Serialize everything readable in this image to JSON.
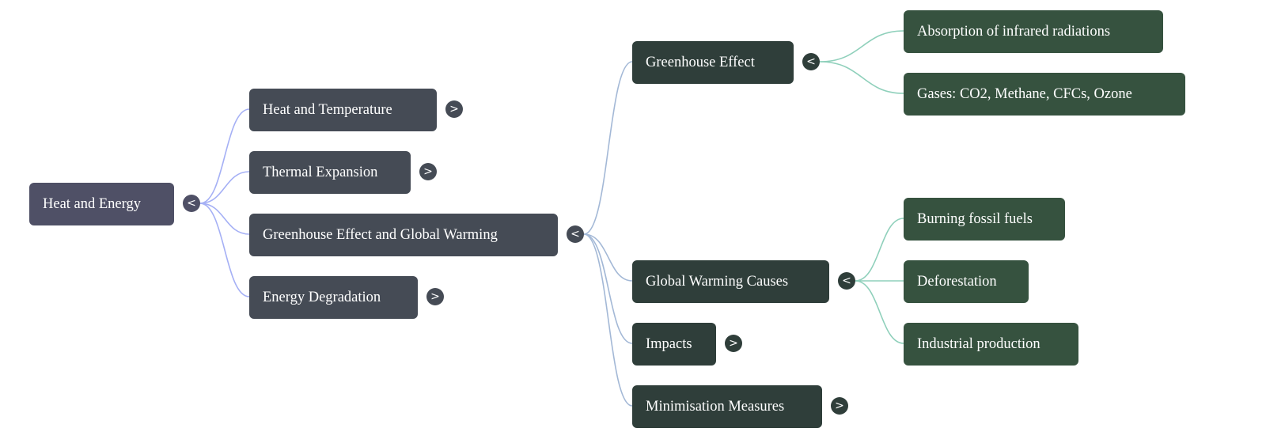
{
  "root": {
    "label": "Heat and Energy",
    "toggle": "<"
  },
  "level1": [
    {
      "label": "Heat and Temperature",
      "toggle": ">"
    },
    {
      "label": "Thermal Expansion",
      "toggle": ">"
    },
    {
      "label": "Greenhouse Effect and Global Warming",
      "toggle": "<"
    },
    {
      "label": "Energy Degradation",
      "toggle": ">"
    }
  ],
  "level2": [
    {
      "label": "Greenhouse Effect",
      "toggle": "<"
    },
    {
      "label": "Global Warming Causes",
      "toggle": "<"
    },
    {
      "label": "Impacts",
      "toggle": ">"
    },
    {
      "label": "Minimisation Measures",
      "toggle": ">"
    }
  ],
  "level3": [
    {
      "label": "Absorption of infrared radiations"
    },
    {
      "label": "Gases: CO2, Methane, CFCs, Ozone"
    },
    {
      "label": "Burning fossil fuels"
    },
    {
      "label": "Deforestation"
    },
    {
      "label": "Industrial production"
    }
  ],
  "colors": {
    "root": "#4f5066",
    "level1": "#454b55",
    "level2": "#2f3e3a",
    "level3": "#36523f",
    "edge1": "#a5b0f5",
    "edge2": "#a3b8d6",
    "edge3": "#8fd0bb"
  }
}
